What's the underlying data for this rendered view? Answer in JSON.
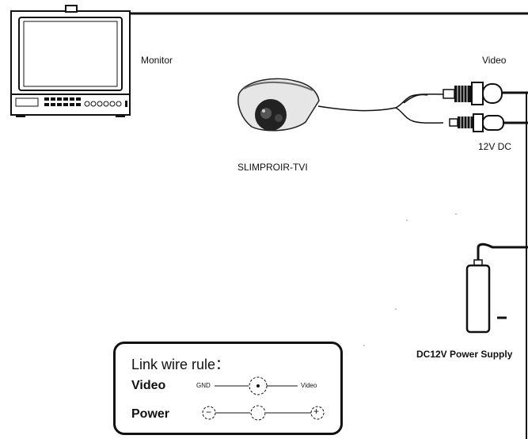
{
  "labels": {
    "monitor": "Monitor",
    "camera_model": "SLIMPROIR-TVI",
    "video": "Video",
    "dc_12v": "12V DC",
    "power_supply": "DC12V  Power Supply"
  },
  "link_rule": {
    "title": "Link wire rule：",
    "video_label": "Video",
    "power_label": "Power",
    "gnd": "GND",
    "video_small": "Video",
    "minus": "−",
    "plus": "+"
  }
}
